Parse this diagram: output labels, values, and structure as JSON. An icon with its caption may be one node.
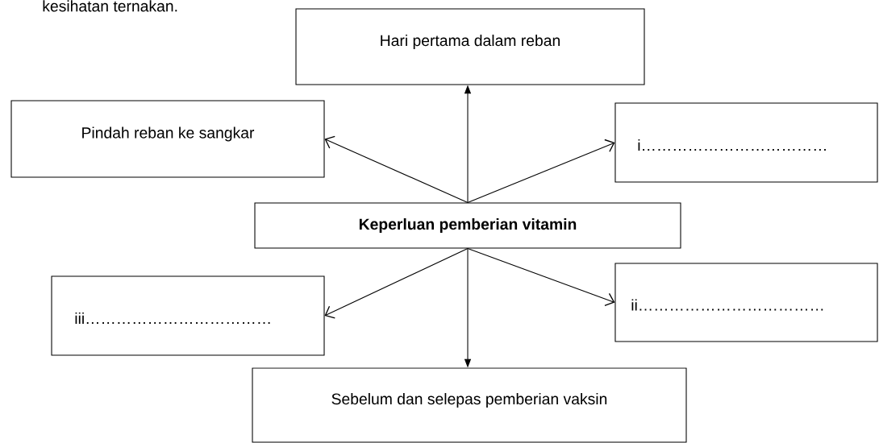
{
  "diagram": {
    "nodes": [
      {
        "text": [
          "Hari pertama dalam reban"
        ]
      },
      {
        "text": [
          "Pindah reban ke sangkar"
        ]
      },
      {
        "text": [
          "i………………………………"
        ]
      },
      {
        "text": [
          "Keperluan pemberian vitamin"
        ]
      },
      {
        "text": [
          "iii………………………………"
        ]
      },
      {
        "text": [
          "ii………………………………"
        ]
      },
      {
        "text": [
          "Sebelum dan selepas pemberian vaksin"
        ]
      }
    ],
    "edges": [
      {
        "from": 3,
        "to": 0,
        "arrow": "to"
      },
      {
        "from": 3,
        "to": 1,
        "arrow": "to"
      },
      {
        "from": 3,
        "to": 2,
        "arrow": "to"
      },
      {
        "from": 3,
        "to": 4,
        "arrow": "to"
      },
      {
        "from": 3,
        "to": 5,
        "arrow": "to"
      },
      {
        "from": 3,
        "to": 6,
        "arrow": "to"
      }
    ],
    "labels": [
      "kesihatan ternakan."
    ]
  }
}
